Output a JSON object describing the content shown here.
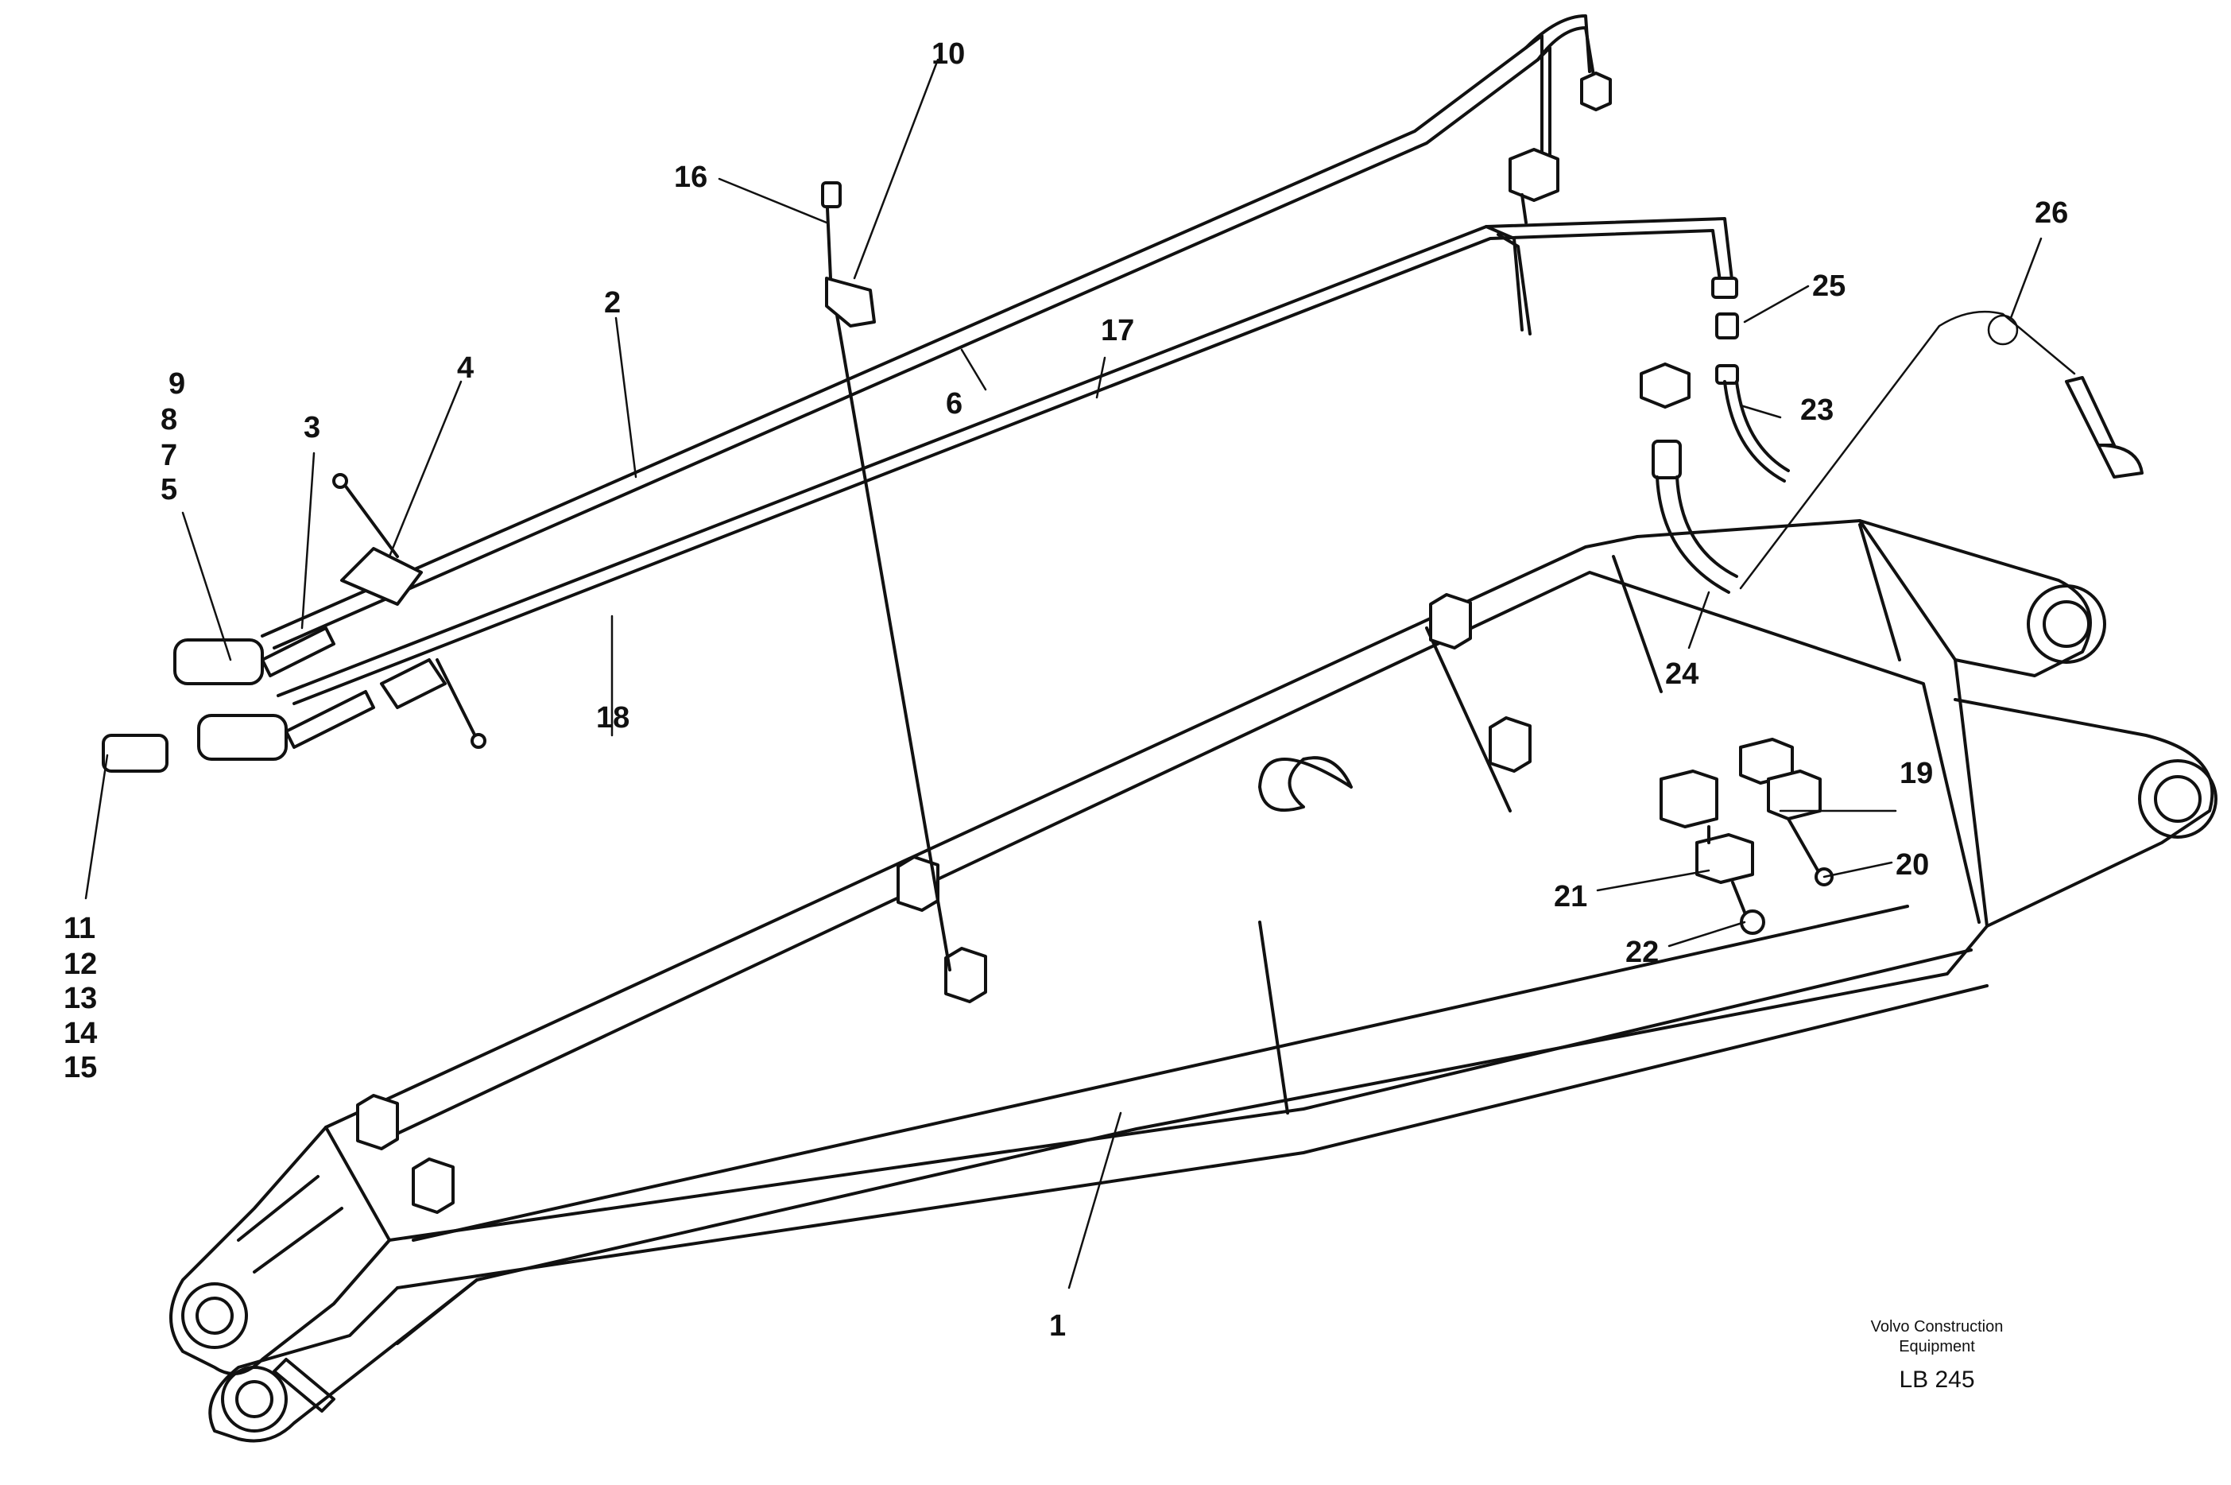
{
  "diagram": {
    "callouts": {
      "c1": "1",
      "c2": "2",
      "c3": "3",
      "c4": "4",
      "c5": "5",
      "c6": "6",
      "c7": "7",
      "c8": "8",
      "c9": "9",
      "c10": "10",
      "c11": "11",
      "c12": "12",
      "c13": "13",
      "c14": "14",
      "c15": "15",
      "c16": "16",
      "c17": "17",
      "c18": "18",
      "c19": "19",
      "c20": "20",
      "c21": "21",
      "c22": "22",
      "c23": "23",
      "c24": "24",
      "c25": "25",
      "c26": "26"
    },
    "credit": {
      "line1": "Volvo Construction",
      "line2": "Equipment",
      "code": "LB 245"
    }
  }
}
